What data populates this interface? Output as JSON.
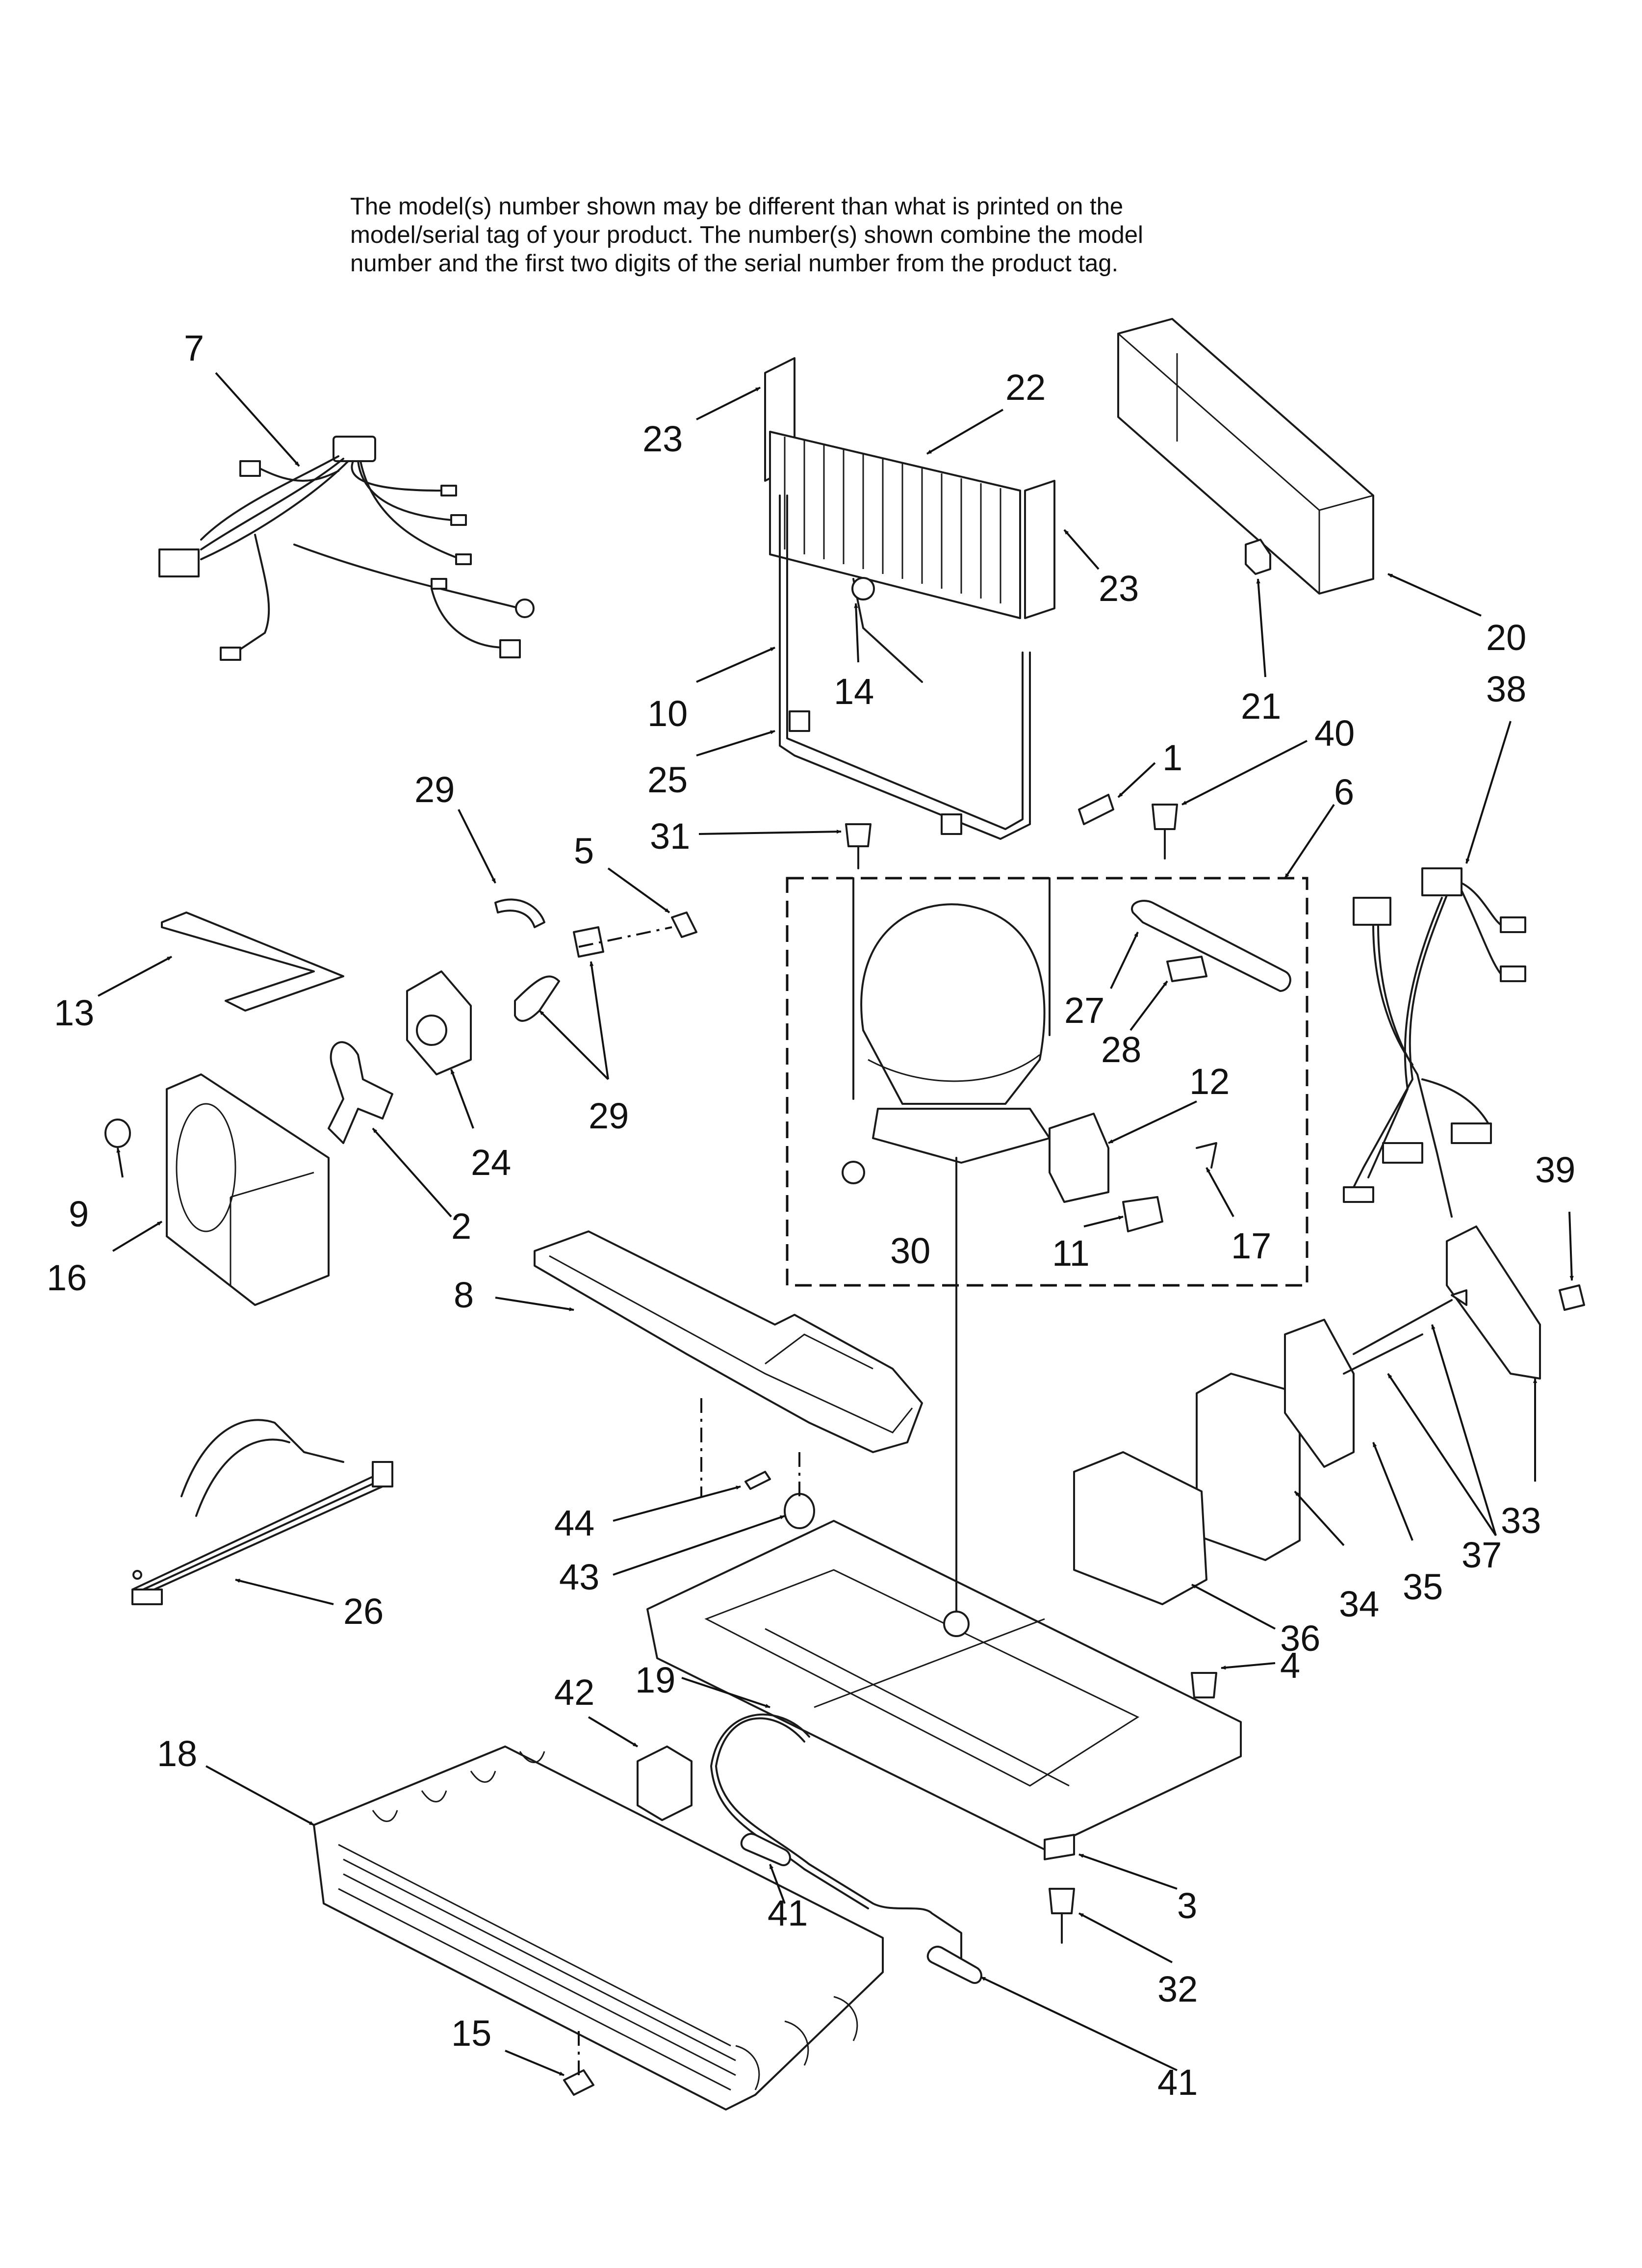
{
  "note": {
    "lines": [
      "The model(s) number shown may be different than what is printed on the",
      "model/serial tag of your product. The number(s) shown combine the model",
      "number and the first two digits of the serial number from the product tag."
    ]
  },
  "callouts": [
    "7",
    "23",
    "22",
    "23",
    "20",
    "38",
    "21",
    "10",
    "14",
    "25",
    "1",
    "40",
    "6",
    "29",
    "31",
    "5",
    "13",
    "27",
    "28",
    "24",
    "12",
    "29",
    "9",
    "2",
    "30",
    "11",
    "17",
    "39",
    "16",
    "8",
    "33",
    "37",
    "44",
    "34",
    "35",
    "43",
    "36",
    "26",
    "4",
    "42",
    "19",
    "18",
    "41",
    "3",
    "32",
    "15",
    "41"
  ]
}
